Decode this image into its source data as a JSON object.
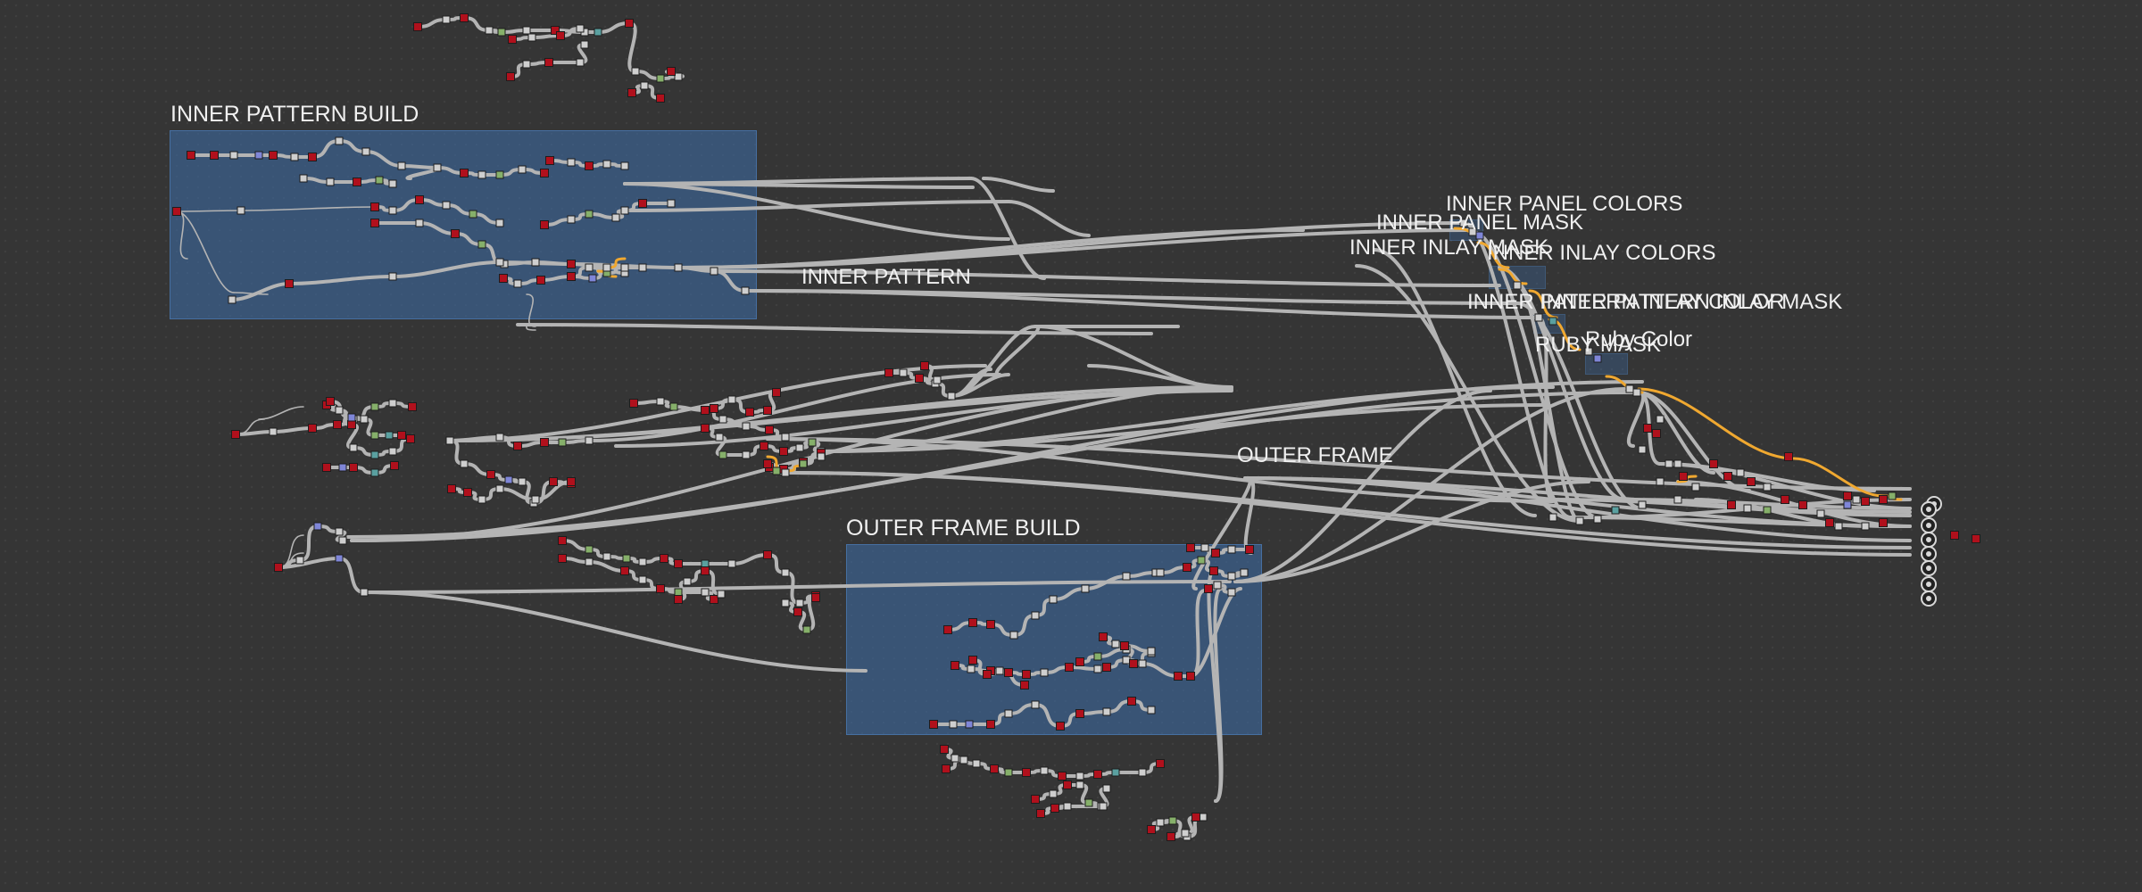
{
  "editor": "node-graph",
  "frames": [
    {
      "key": "inner_pattern_build",
      "label": "INNER PATTERN BUILD"
    },
    {
      "key": "outer_frame_build",
      "label": "OUTER FRAME BUILD"
    }
  ],
  "labels": {
    "inner_pattern": "INNER PATTERN",
    "outer_frame": "OUTER FRAME",
    "inner_panel_colors": "INNER PANEL COLORS",
    "inner_panel_mask": "INNER PANEL MASK",
    "inner_inlay_mask": "INNER INLAY MASK",
    "inner_inlay_colors": "INNER INLAY COLORS",
    "inner_pattern_inlay_color": "INNER PATTERN INLAY COLOR",
    "inner_pattern_inlay_mask": "INNER PATTERN INLAY MASK",
    "ruby_mask": "RUBY MASK",
    "ruby_color": "Ruby Color"
  },
  "output_count": 8,
  "colors": {
    "background": "#353535",
    "frame_fill": "#3c6eaa",
    "link": "#b4b4b4",
    "link_highlight": "#f0a830",
    "node_red": "#b0101c",
    "node_gray": "#cfcfcf",
    "node_green": "#86b06a",
    "node_teal": "#5aa0a0",
    "node_blue": "#7f86d8"
  }
}
